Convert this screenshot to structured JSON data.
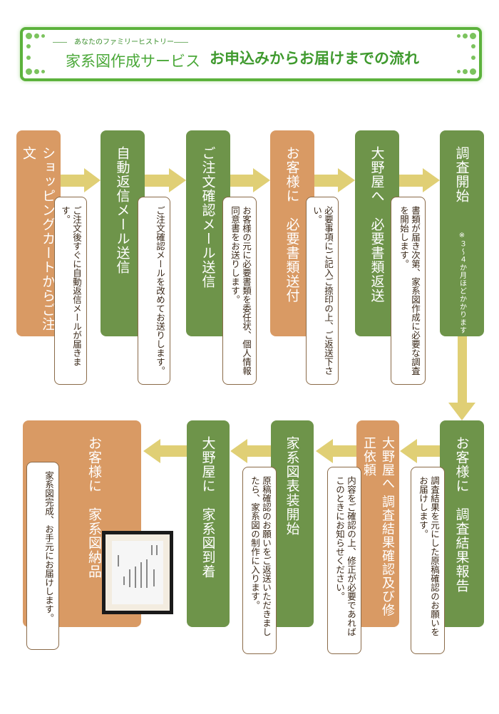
{
  "header": {
    "subtitle": "――　あなたのファミリーヒストリー――",
    "service": "家系図作成サービス",
    "title": "お申込みからお届けまでの流れ"
  },
  "colors": {
    "orange": "#d99a64",
    "green": "#6e944a",
    "arrow": "#e0cf75",
    "frame_green": "#5cb23c"
  },
  "steps": [
    {
      "title": "ショッピングカートからご注文",
      "note": [
        "ご注文後すぐに自動返信メールが届きます。"
      ]
    },
    {
      "title": "自動返信メール送信",
      "note": [
        "ご注文確認メールを改めてお送りします。"
      ]
    },
    {
      "title": "ご注文確認メール送信",
      "note": [
        "お客様の元に必要書類を委任状、個人情報",
        "同意書をお送りします。"
      ]
    },
    {
      "title": "お客様に　必要書類送付",
      "note": [
        "必要事項にご記入ご捺印の上、ご返送下さい。"
      ]
    },
    {
      "title": "大野屋へ　必要書類返送",
      "note": [
        "書類が届き次第、家系図作成に必要な調査",
        "を開始します。"
      ]
    },
    {
      "title": "調査開始",
      "sub": "※３〜４か月ほどかかります"
    },
    {
      "title": "お客様に　調査結果報告",
      "note": [
        "調査結果を元にした原稿確認のお願いを",
        "お届けします。"
      ]
    },
    {
      "title": "大野屋へ 調査結果確認及び修正依頼",
      "note": [
        "内容をご確認の上、修正が必要であれば",
        "このときにお知らせください。"
      ]
    },
    {
      "title": "家系図表装開始",
      "note": [
        "原稿確認のお願いをご返送いただきまし",
        "たら、家系図の制作に入ります。"
      ]
    },
    {
      "title": "大野屋に　家系図到着"
    },
    {
      "title": "お客様に　家系図納品",
      "note": [
        "家系図完成、お手元にお届けします。"
      ]
    }
  ]
}
